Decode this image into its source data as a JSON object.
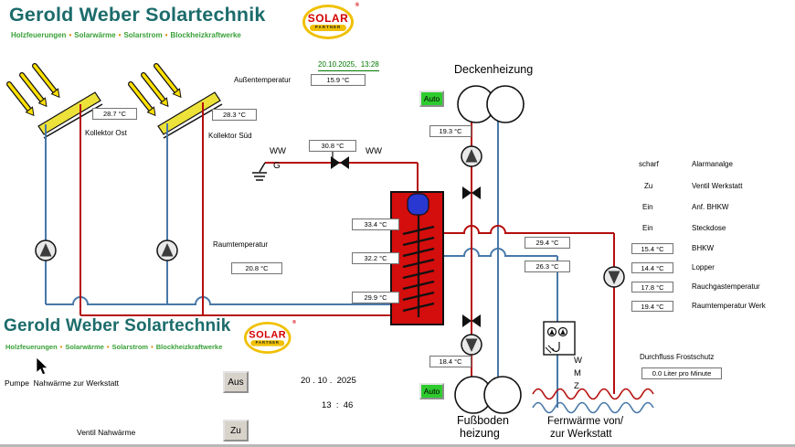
{
  "brand": {
    "title": "Gerold Weber Solartechnik",
    "items": [
      "Holzfeuerungen",
      "Solarwärme",
      "Solarstrom",
      "Blockheizkraftwerke"
    ],
    "bullet": "•",
    "logo": {
      "solar": "SOLAR",
      "partner": "PARTNER",
      "reg": "®"
    }
  },
  "top": {
    "datetime": "20.10.2025,  13:28",
    "aussen_label": "Außentemperatur",
    "aussen_value": "15.9 °C"
  },
  "collectors": {
    "ost_label": "Kollektor Ost",
    "ost_value": "28.7 °C",
    "sued_label": "Kollektor Süd",
    "sued_value": "28.3 °C"
  },
  "ww": {
    "left": "WW",
    "right": "WW",
    "g": "G",
    "value": "30.8 °C"
  },
  "tank": {
    "top": "33.4 °C",
    "middle": "32.2 °C",
    "bottom": "29.9 °C"
  },
  "room": {
    "label": "Raumtemperatur",
    "value": "20.8 °C"
  },
  "decken": {
    "label": "Deckenheizung",
    "auto": "Auto",
    "value": "19.3 °C"
  },
  "fussboden": {
    "label1": "Fußboden",
    "label2": "heizung",
    "auto": "Auto",
    "value": "18.4 °C"
  },
  "fern": {
    "label1": "Fernwärme von/",
    "label2": "zur Werkstatt",
    "value_vor": "29.4 °C",
    "value_rueck": "26.3 °C"
  },
  "wmz": {
    "w": "W",
    "m": "M",
    "z": "Z"
  },
  "status": {
    "rows": [
      {
        "value": "scharf",
        "label": "Alarmanalge"
      },
      {
        "value": "Zu",
        "label": "Ventil Werkstatt"
      },
      {
        "value": "Ein",
        "label": "Anf. BHKW"
      },
      {
        "value": "Ein",
        "label": "Steckdose"
      },
      {
        "value": "15.4 °C",
        "label": "BHKW"
      },
      {
        "value": "14.4 °C",
        "label": "Lopper"
      },
      {
        "value": "17.8 °C",
        "label": "Rauchgastemperatur"
      },
      {
        "value": "19.4 °C",
        "label": "Raumtemperatur Werk"
      }
    ]
  },
  "durchfluss": {
    "label": "Durchfluss Frostschutz",
    "value": "0.0 Liter pro Minute"
  },
  "controls": {
    "pumpe_label": "Pumpe  Nahwärme zur Werkstatt",
    "pumpe_button": "Aus",
    "ventil_label": "Ventil Nahwärme",
    "ventil_button": "Zu",
    "date": "20 . 10 .  2025",
    "time": "13  :  46"
  }
}
